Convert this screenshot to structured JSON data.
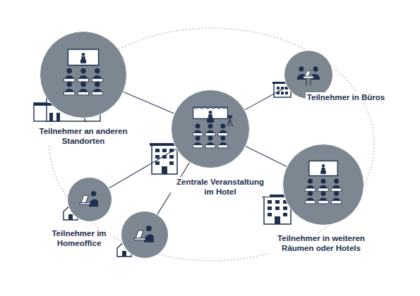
{
  "diagram": {
    "nodes": [
      {
        "text": [
          "Teilnehmer an anderen Standorten"
        ]
      },
      {
        "text": [
          "Teilnehmer in Büros"
        ]
      },
      {
        "text": [
          "Zentrale Veranstaltung im Hotel"
        ]
      },
      {
        "text": [
          "Teilnehmer im Homeoffice"
        ]
      },
      {
        "text": [
          "Teilnehmer in weiteren Räumen oder Hotels"
        ]
      },
      {
        "text": []
      }
    ],
    "edges": [
      {
        "from": 2,
        "to": 0,
        "arrow": "none"
      },
      {
        "from": 2,
        "to": 1,
        "arrow": "none"
      },
      {
        "from": 2,
        "to": 3,
        "arrow": "none"
      },
      {
        "from": 2,
        "to": 4,
        "arrow": "none"
      },
      {
        "from": 2,
        "to": 5,
        "arrow": "none"
      }
    ]
  }
}
